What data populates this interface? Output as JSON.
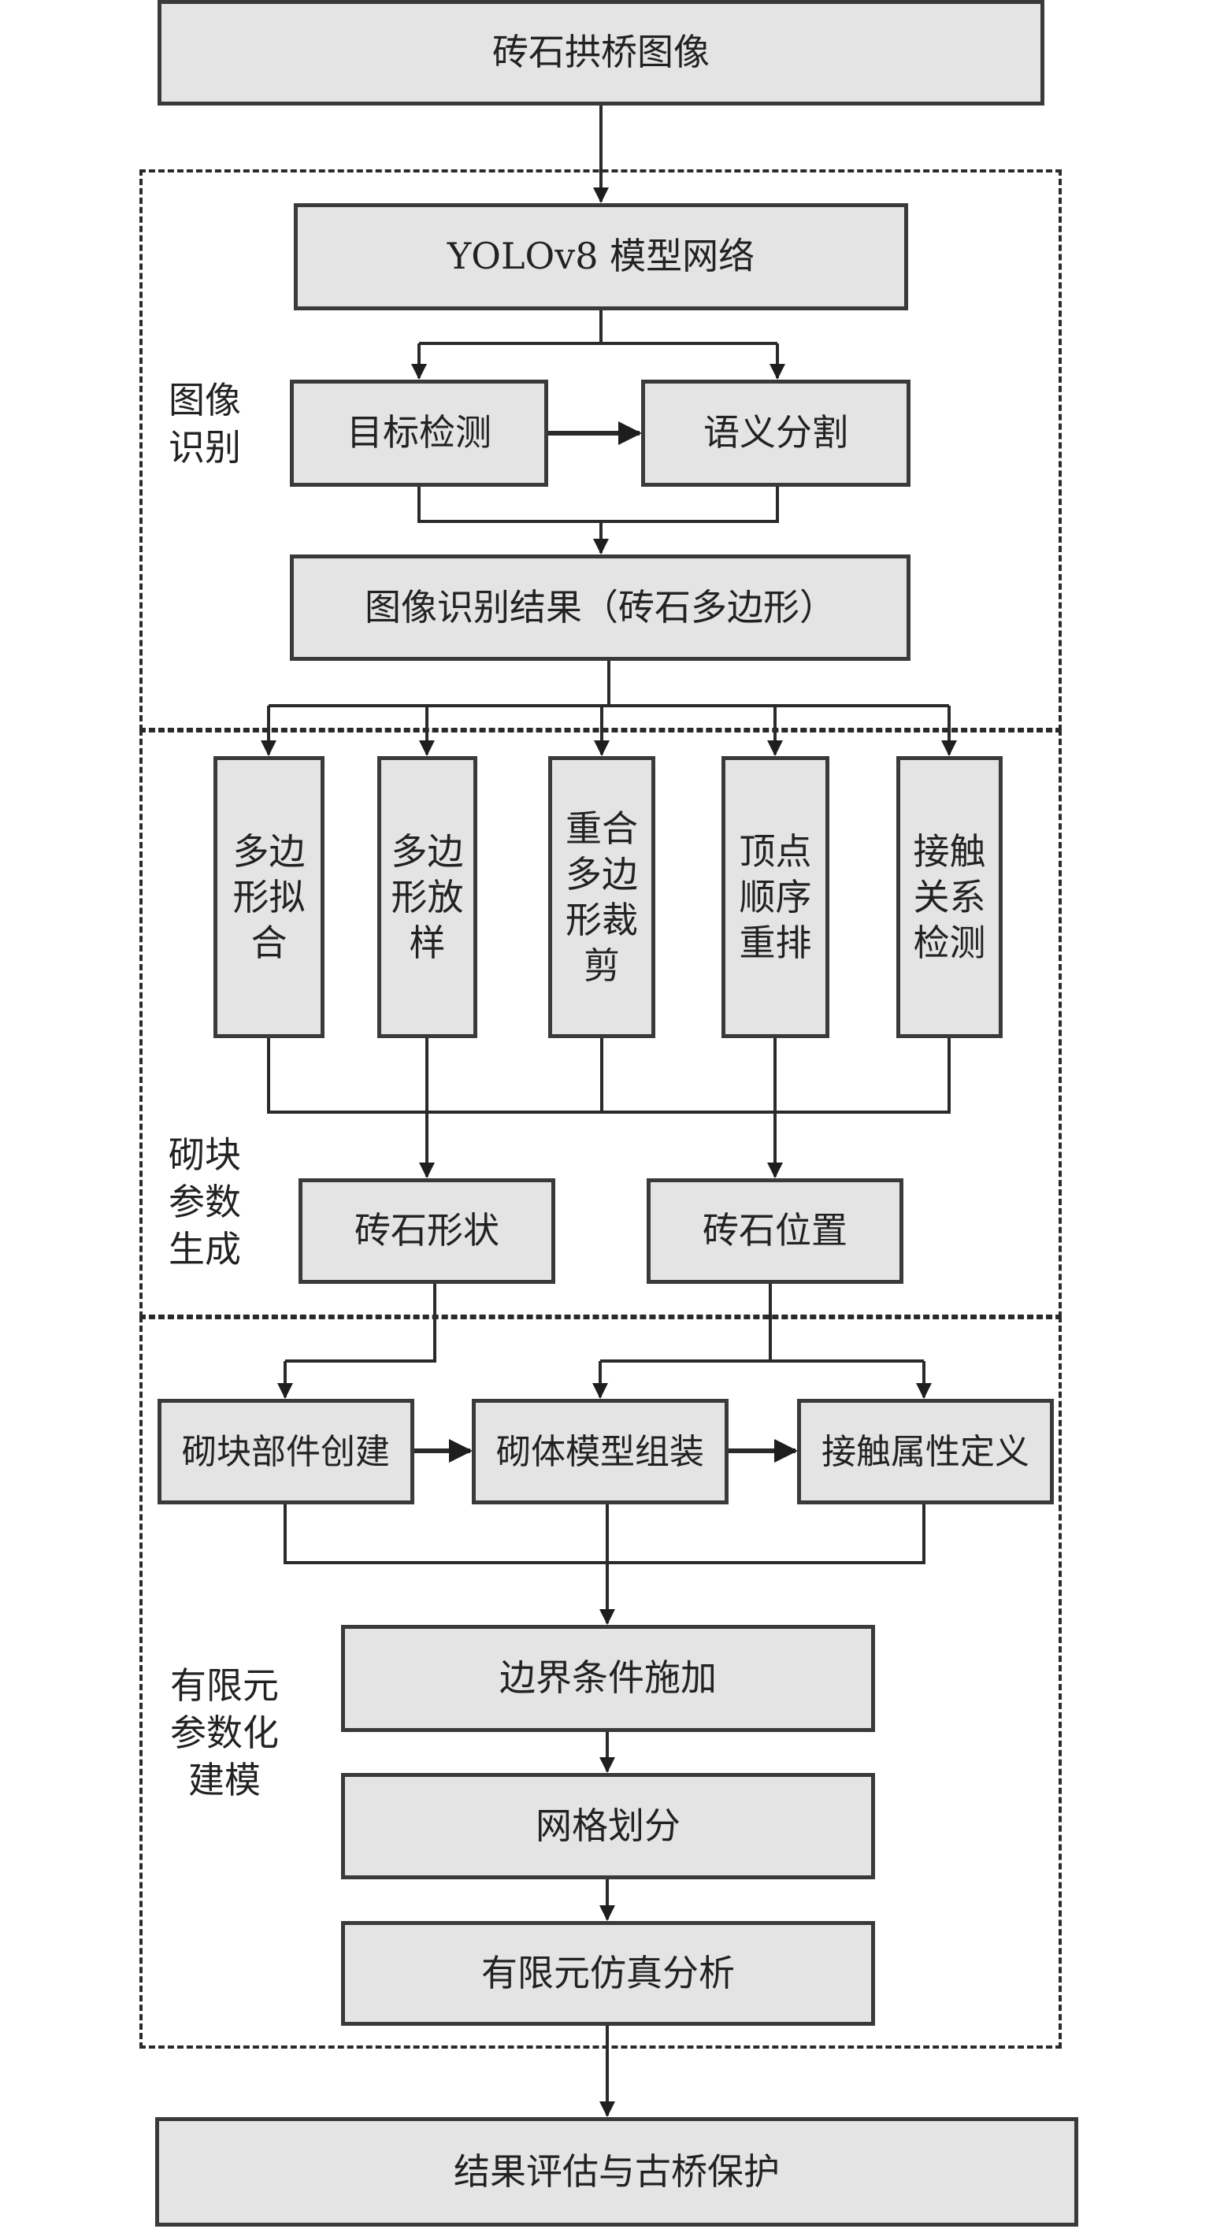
{
  "title_box": "砖石拱桥图像",
  "regions": {
    "image_recognition": {
      "label_lines": [
        "图像",
        "识别"
      ],
      "yolo": "YOLOv8 模型网络",
      "detection": "目标检测",
      "segmentation": "语义分割",
      "result": "图像识别结果（砖石多边形）"
    },
    "block_params": {
      "label_lines": [
        "砌块",
        "参数",
        "生成"
      ],
      "steps": [
        {
          "id": "polygon-fitting",
          "lines": [
            "多边",
            "形拟",
            "合"
          ]
        },
        {
          "id": "polygon-lofting",
          "lines": [
            "多边",
            "形放",
            "样"
          ]
        },
        {
          "id": "overlap-clipping",
          "lines": [
            "重合",
            "多边",
            "形裁",
            "剪"
          ]
        },
        {
          "id": "vertex-reorder",
          "lines": [
            "顶点",
            "顺序",
            "重排"
          ]
        },
        {
          "id": "contact-detection",
          "lines": [
            "接触",
            "关系",
            "检测"
          ]
        }
      ],
      "shape": "砖石形状",
      "position": "砖石位置"
    },
    "fe_modeling": {
      "label_lines": [
        "有限元",
        "参数化",
        "建模"
      ],
      "part_creation": "砌块部件创建",
      "assembly": "砌体模型组装",
      "contact_def": "接触属性定义",
      "boundary": "边界条件施加",
      "mesh": "网格划分",
      "simulation": "有限元仿真分析"
    }
  },
  "final_box": "结果评估与古桥保护",
  "colors": {
    "box_fill": "#e4e4e4",
    "stroke": "#2a2a2a"
  }
}
